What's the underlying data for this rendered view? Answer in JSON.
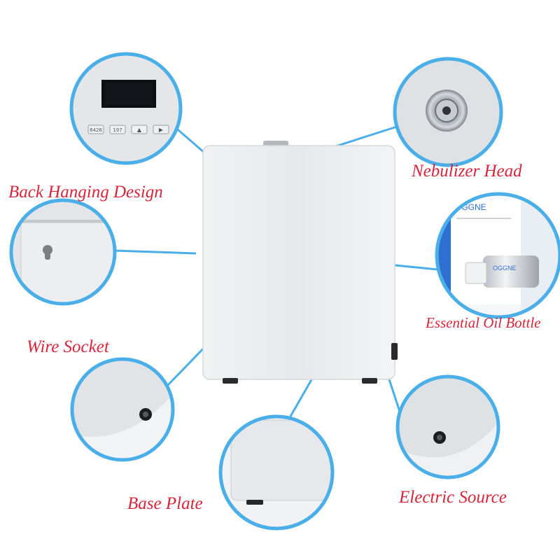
{
  "colors": {
    "label_text": "#d8253a",
    "callout_blue": "#4aaee8",
    "device_body": "#e8eaec"
  },
  "labels": {
    "nebulizer_head": "Nebulizer Head",
    "back_hanging_design": "Back Hanging Design",
    "essential_oil_bottle": "Essential Oil Bottle",
    "wire_socket": "Wire Socket",
    "base_plate": "Base Plate",
    "electric_source": "Electric Source"
  },
  "control_panel": {
    "buttons": [
      "6426",
      "197",
      "▲",
      "▶"
    ]
  },
  "oil_bottle": {
    "brand_box": "OGGNE",
    "brand_bottle": "OGGNE"
  }
}
